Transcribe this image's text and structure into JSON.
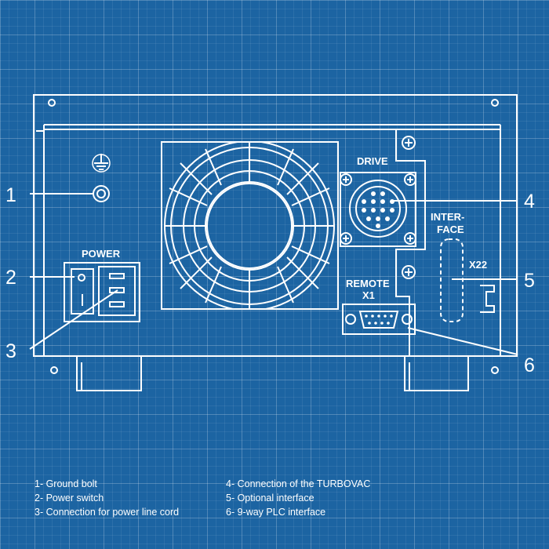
{
  "panel": {
    "drive_label": "DRIVE",
    "power_label": "POWER",
    "remote_label": "REMOTE",
    "x1_label": "X1",
    "interface_label_line1": "INTER-",
    "interface_label_line2": "FACE",
    "x22_label": "X22"
  },
  "callouts": [
    "1",
    "2",
    "3",
    "4",
    "5",
    "6"
  ],
  "legend": [
    "1- Ground bolt",
    "2- Power switch",
    "3- Connection for power line cord",
    "4- Connection of the TURBOVAC",
    "5- Optional interface",
    "6- 9-way PLC interface"
  ],
  "colors": {
    "background": "#1c64a2",
    "linework": "#ffffff"
  }
}
